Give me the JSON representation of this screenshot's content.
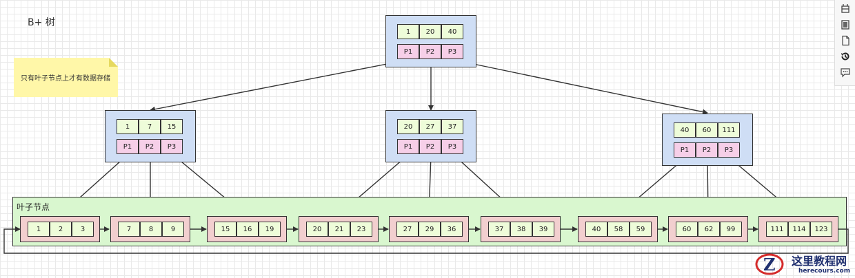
{
  "title": "B+ 树",
  "note": "只有叶子节点上才有数据存储",
  "leaf_region_label": "叶子节点",
  "root": {
    "keys": [
      "1",
      "20",
      "40"
    ],
    "pointers": [
      "P1",
      "P2",
      "P3"
    ]
  },
  "internal": [
    {
      "keys": [
        "1",
        "7",
        "15"
      ],
      "pointers": [
        "P1",
        "P2",
        "P3"
      ]
    },
    {
      "keys": [
        "20",
        "27",
        "37"
      ],
      "pointers": [
        "P1",
        "P2",
        "P3"
      ]
    },
    {
      "keys": [
        "40",
        "60",
        "111"
      ],
      "pointers": [
        "P1",
        "P2",
        "P3"
      ]
    }
  ],
  "leaves": [
    [
      "1",
      "2",
      "3"
    ],
    [
      "7",
      "8",
      "9"
    ],
    [
      "15",
      "16",
      "19"
    ],
    [
      "20",
      "21",
      "23"
    ],
    [
      "27",
      "29",
      "36"
    ],
    [
      "37",
      "38",
      "39"
    ],
    [
      "40",
      "58",
      "59"
    ],
    [
      "60",
      "62",
      "99"
    ],
    [
      "111",
      "114",
      "123"
    ]
  ],
  "toolbar": [
    "format-icon",
    "pages-icon",
    "document-icon",
    "history-icon",
    "comment-icon"
  ],
  "watermark": {
    "cn": "这里教程网",
    "url": "herecours.com",
    "logo_letter": "Z"
  },
  "colors": {
    "internal_fill": "#cfdef5",
    "leaf_fill": "#f2cfcf",
    "key_fill": "#eefcd9",
    "pointer_fill": "#f6cfe8",
    "leaf_region_fill": "#d9f7cf",
    "note_fill": "#fff7a8"
  }
}
